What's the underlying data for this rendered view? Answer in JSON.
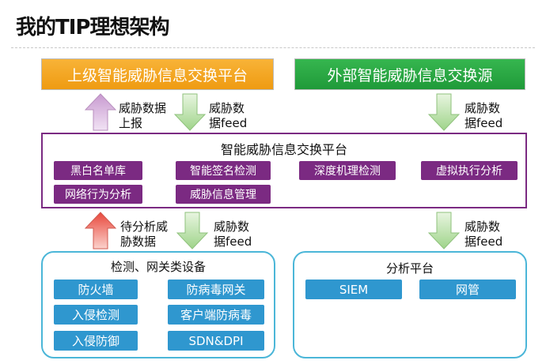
{
  "title": "我的TIP理想架构",
  "top_left_box": "上级智能威胁信息交换平台",
  "top_right_box": "外部智能威胁信息交换源",
  "arrow_labels": {
    "report_up": [
      "威胁数据",
      "上报"
    ],
    "feed_down_upper": [
      "威胁数",
      "据feed"
    ],
    "feed_down_right_upper": [
      "威胁数",
      "据feed"
    ],
    "pending_up": [
      "待分析威",
      "胁数据"
    ],
    "feed_down_lower": [
      "威胁数",
      "据feed"
    ],
    "feed_down_right_lower": [
      "威胁数",
      "据feed"
    ]
  },
  "center_platform": {
    "title": "智能威胁信息交换平台",
    "modules": [
      "黑白名单库",
      "智能签名检测",
      "深度机理检测",
      "虚拟执行分析",
      "网络行为分析",
      "威胁信息管理"
    ]
  },
  "devices_group": {
    "title": "检测、网关类设备",
    "items": [
      "防火墙",
      "防病毒网关",
      "入侵检测",
      "客户端防病毒",
      "入侵防御",
      "SDN&DPI"
    ]
  },
  "analysis_group": {
    "title": "分析平台",
    "items": [
      "SIEM",
      "网管"
    ]
  },
  "colors": {
    "orange": "#f5a623",
    "green": "#27a744",
    "purple": "#7b2a82",
    "blue": "#2f97cf",
    "border_blue": "#4bb6d8"
  }
}
